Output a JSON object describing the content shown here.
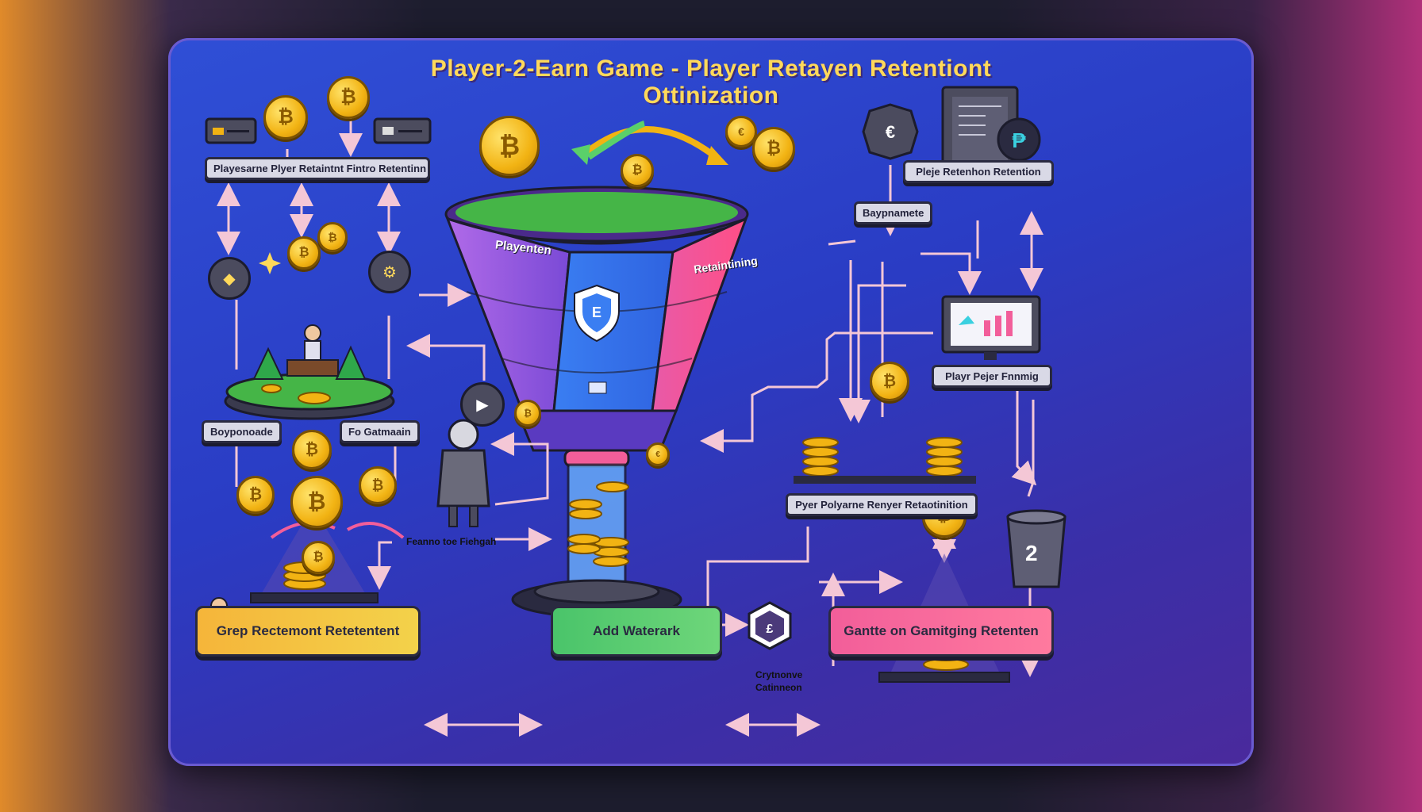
{
  "title_line1": "Player-2-Earn Game - Player Retayen Retentiont",
  "title_line2": "Ottinization",
  "funnel": {
    "left_label": "Playenten",
    "right_label": "Retaintining"
  },
  "labels": {
    "top_left_bar": "Playesarne Plyer Retaintnt Fintro Retentinn",
    "top_right_bar": "Pleje Retenhon Retention",
    "right_small": "Baypnamete",
    "right_monitor_bar": "Playr Pejer Fnnmig",
    "middle_right_bar": "Pyer Polyarne Renyer Retaotinition",
    "left_small_1": "Boyponoade",
    "left_small_2": "Fo Gatmaain",
    "figure_caption": "Feanno toe Fiehgah",
    "crypto_caption_1": "Crytnonve",
    "crypto_caption_2": "Catinneon",
    "box_number": "2"
  },
  "buttons": {
    "left": "Grep Rectemont Retetentent",
    "center": "Add Waterark",
    "right": "Gantte on  Gamitging Retenten"
  },
  "colors": {
    "left_button": "#f5b53a",
    "center_button": "#4ac46a",
    "right_button": "#f25e9a"
  }
}
